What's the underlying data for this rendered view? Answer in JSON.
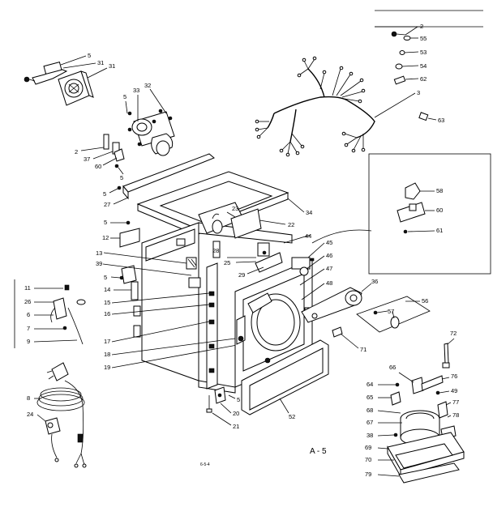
{
  "page_id": "A - 5",
  "small_code": "6-5-4",
  "part_numbers": {
    "p2": "2",
    "p55": "55",
    "p53": "53",
    "p54": "54",
    "p62": "62",
    "p3": "3",
    "p63": "63",
    "p5a": "5",
    "p31a": "31",
    "p31b": "31",
    "p5b": "5",
    "p33": "33",
    "p32": "32",
    "p2b": "2",
    "p37": "37",
    "p60b": "60",
    "p5c": "5",
    "p5d": "5",
    "p27": "27",
    "p34": "34",
    "p23": "23",
    "p22": "22",
    "p5e": "5",
    "p12": "12",
    "p13": "13",
    "p39": "39",
    "p25": "25",
    "p28": "28",
    "p29": "29",
    "p44": "44",
    "p45": "45",
    "p46": "46",
    "p47": "47",
    "p48": "48",
    "p58": "58",
    "p60": "60",
    "p61": "61",
    "p5f": "5",
    "p14": "14",
    "p15": "15",
    "p16": "16",
    "p17": "17",
    "p18": "18",
    "p19": "19",
    "p11": "11",
    "p26": "26",
    "p6": "6",
    "p7": "7",
    "p9": "9",
    "p36": "36",
    "p56": "56",
    "p57": "57",
    "p71": "71",
    "p5g": "5",
    "p20": "20",
    "p21": "21",
    "p52": "52",
    "p8": "8",
    "p24": "24",
    "p72": "72",
    "p66": "66",
    "p76": "76",
    "p64": "64",
    "p65": "65",
    "p49": "49",
    "p68": "68",
    "p77": "77",
    "p67": "67",
    "p78": "78",
    "p38": "38",
    "p69": "69",
    "p70": "70",
    "p79": "79"
  }
}
